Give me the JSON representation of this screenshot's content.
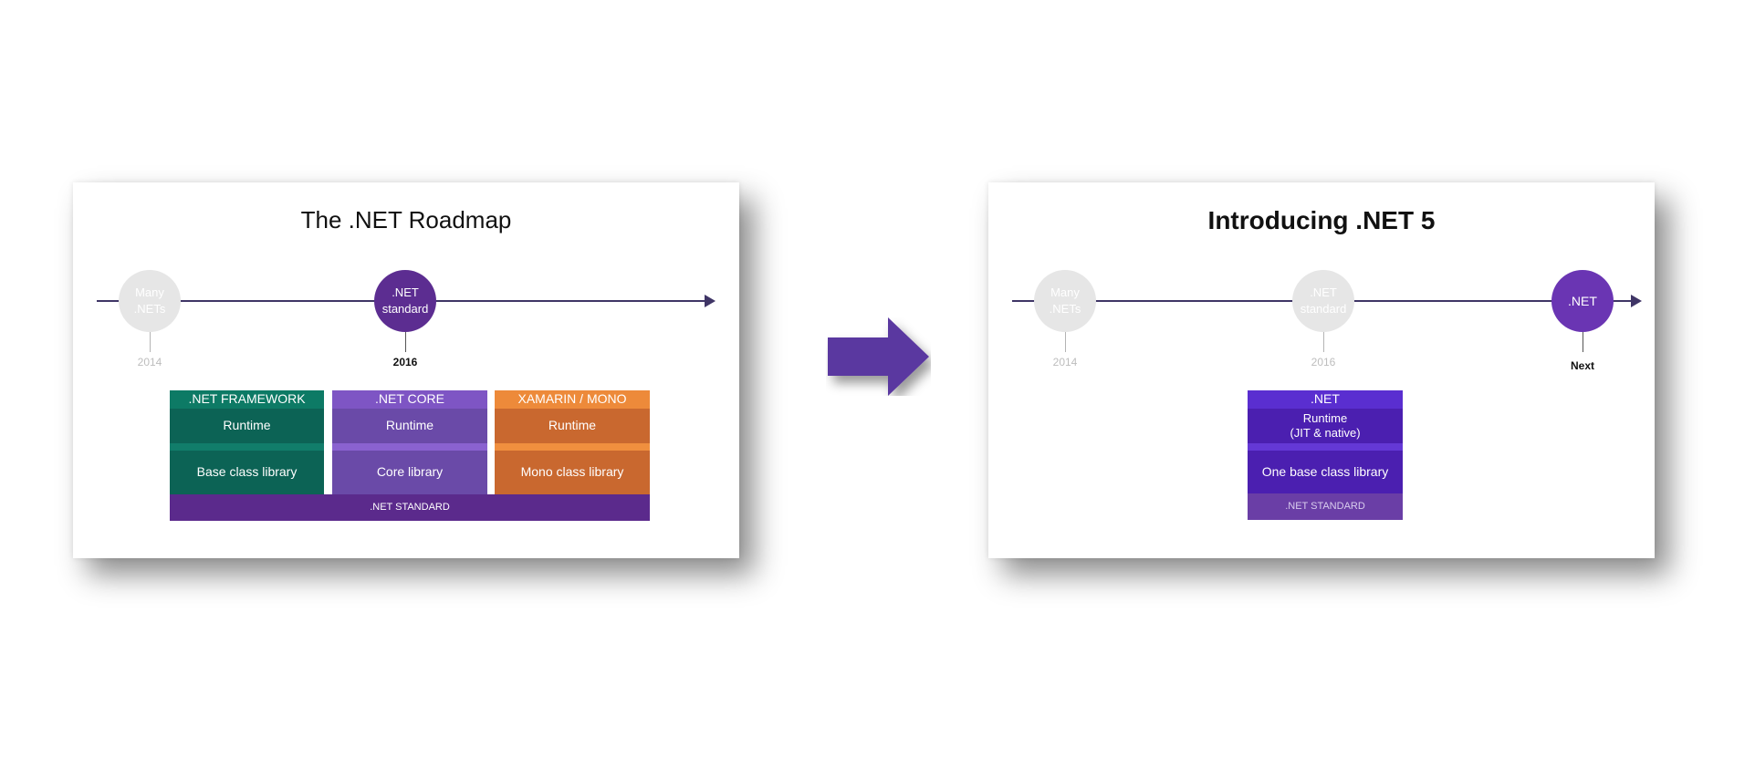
{
  "left_slide": {
    "title": "The .NET Roadmap",
    "nodes": [
      {
        "label": "Many\n.NETs",
        "year": "2014",
        "state": "past"
      },
      {
        "label": ".NET\nstandard",
        "year": "2016",
        "state": "active"
      }
    ],
    "stacks": [
      {
        "header": ".NET FRAMEWORK",
        "runtime": "Runtime",
        "library": "Base class library"
      },
      {
        "header": ".NET CORE",
        "runtime": "Runtime",
        "library": "Core library"
      },
      {
        "header": "XAMARIN / MONO",
        "runtime": "Runtime",
        "library": "Mono class library"
      }
    ],
    "footer": ".NET STANDARD"
  },
  "right_slide": {
    "title": "Introducing .NET 5",
    "nodes": [
      {
        "label": "Many\n.NETs",
        "year": "2014",
        "state": "past"
      },
      {
        "label": ".NET\nstandard",
        "year": "2016",
        "state": "past"
      },
      {
        "label": ".NET",
        "year": "Next",
        "state": "current"
      }
    ],
    "stack": {
      "header": ".NET",
      "runtime": "Runtime\n(JIT & native)",
      "library": "One base class library",
      "footer": ".NET STANDARD"
    }
  },
  "colors": {
    "framework": "#0f6f5f",
    "core": "#6a4aa8",
    "mono": "#cd6f31",
    "standard_bar": "#5b2a8c",
    "net5": "#4b1fb0",
    "timeline": "#3f3566",
    "arrow": "#5a37a0"
  },
  "icons": {
    "transition_arrow": "right-arrow-icon"
  }
}
